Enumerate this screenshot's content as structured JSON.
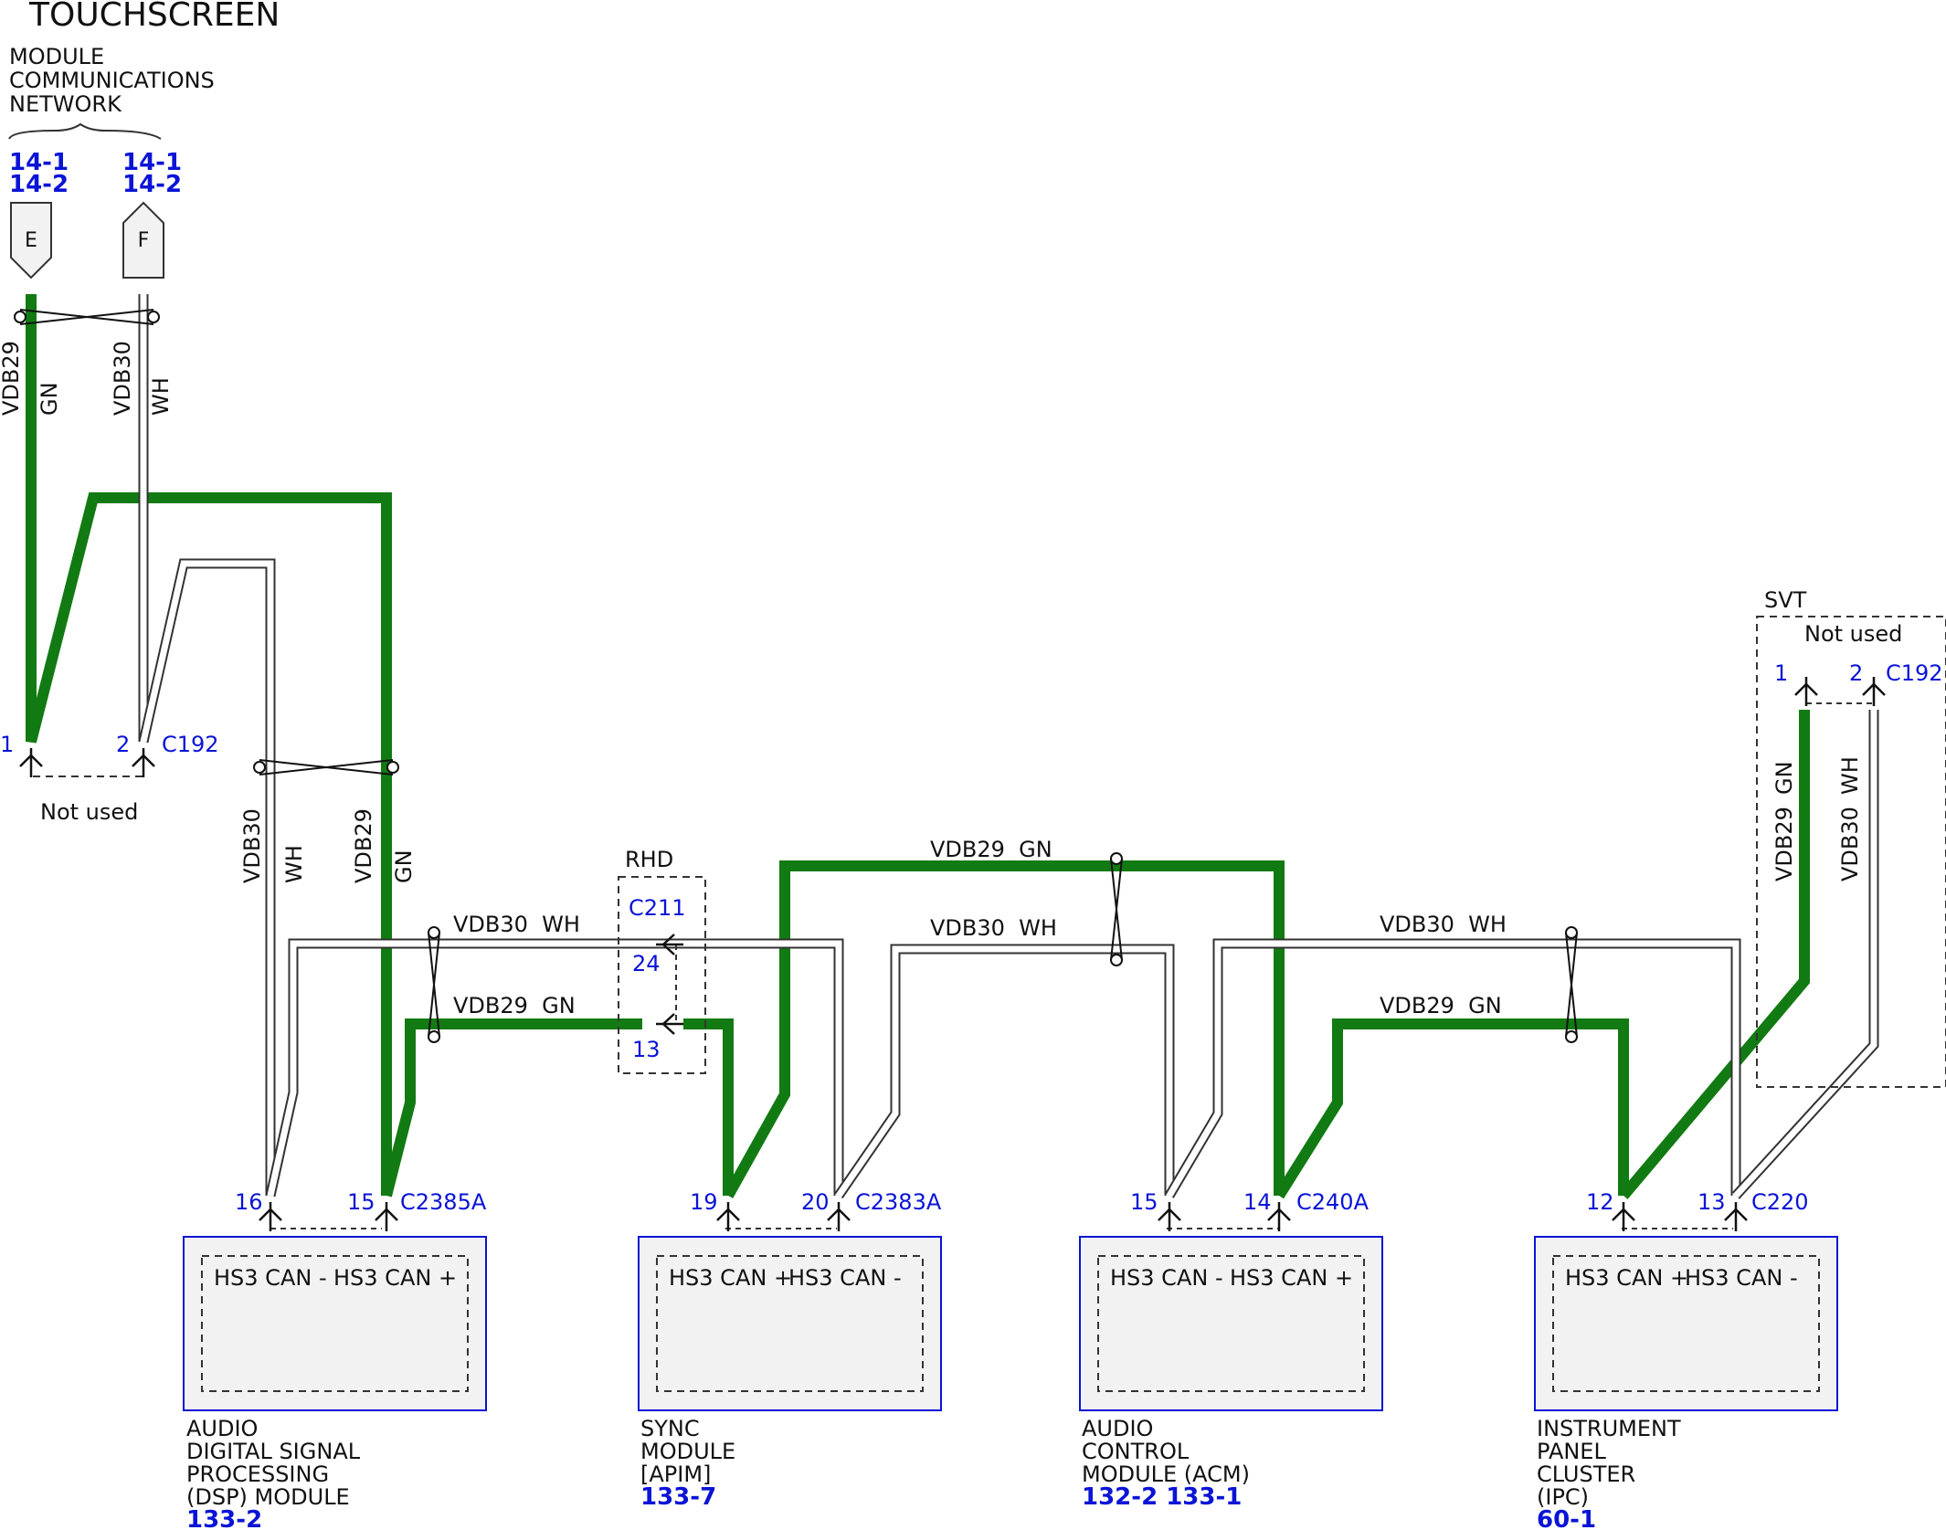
{
  "title": "TOUCHSCREEN",
  "colors": {
    "gn": "#127a12",
    "wh": "#ffffff",
    "outline": "#333333",
    "blue": "#0a14d6",
    "module_fill": "#f2f2f2"
  },
  "network": {
    "label_lines": [
      "MODULE",
      "COMMUNICATIONS",
      "NETWORK"
    ],
    "refs_e": [
      "14-1",
      "14-2"
    ],
    "refs_f": [
      "14-1",
      "14-2"
    ],
    "connector_e": "E",
    "connector_f": "F"
  },
  "wire_labels": {
    "vdb29": "VDB29",
    "vdb30": "VDB30",
    "gn": "GN",
    "wh": "WH",
    "vdb29_gn": "VDB29  GN",
    "vdb30_wh": "VDB30  WH"
  },
  "touchscreen_connector": {
    "name": "C192",
    "pin_gn": "1",
    "pin_wh": "2",
    "note": "Not used"
  },
  "rhd": {
    "label": "RHD",
    "connector": "C211",
    "pin_top": "24",
    "pin_bottom": "13"
  },
  "svt": {
    "label": "SVT",
    "note": "Not used",
    "connector": "C192",
    "pin_gn": "1",
    "pin_wh": "2"
  },
  "modules": [
    {
      "connector": "C2385A",
      "pin_left": "16",
      "pin_right": "15",
      "sig_left": "HS3 CAN -",
      "sig_right": "HS3 CAN +",
      "name_lines": [
        "AUDIO",
        "DIGITAL SIGNAL",
        "PROCESSING",
        "(DSP) MODULE"
      ],
      "ref": "133-2"
    },
    {
      "connector": "C2383A",
      "pin_left": "19",
      "pin_right": "20",
      "sig_left": "HS3 CAN +",
      "sig_right": "HS3 CAN -",
      "name_lines": [
        "SYNC",
        "MODULE",
        "[APIM]"
      ],
      "ref": "133-7"
    },
    {
      "connector": "C240A",
      "pin_left": "15",
      "pin_right": "14",
      "sig_left": "HS3 CAN -",
      "sig_right": "HS3 CAN +",
      "name_lines": [
        "AUDIO",
        "CONTROL",
        "MODULE (ACM)"
      ],
      "ref": "132-2 133-1"
    },
    {
      "connector": "C220",
      "pin_left": "12",
      "pin_right": "13",
      "sig_left": "HS3 CAN +",
      "sig_right": "HS3 CAN -",
      "name_lines": [
        "INSTRUMENT",
        "PANEL",
        "CLUSTER",
        "(IPC)"
      ],
      "ref": "60-1"
    }
  ]
}
